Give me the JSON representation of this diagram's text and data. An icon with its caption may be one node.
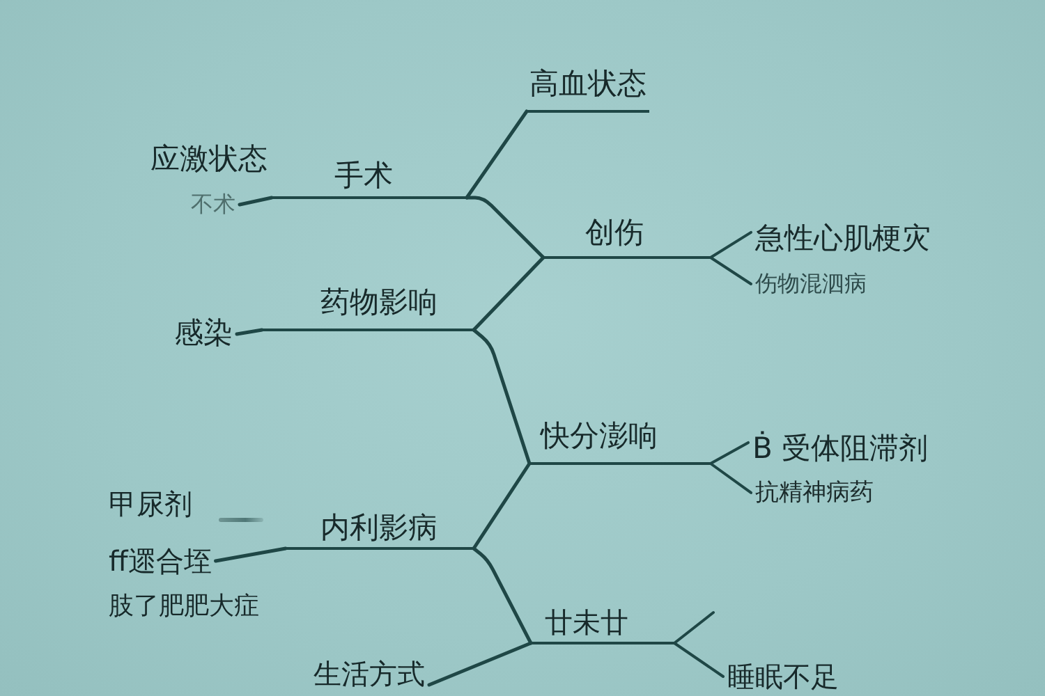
{
  "diagram": {
    "nodes": [
      {
        "text": [
          "高血状态"
        ]
      },
      {
        "text": [
          "手术"
        ]
      },
      {
        "text": [
          "不术"
        ]
      },
      {
        "text": [
          "创伤"
        ]
      },
      {
        "text": [
          "急性心肌梗灾"
        ]
      },
      {
        "text": [
          "伤物混泗病"
        ]
      },
      {
        "text": [
          "药物影响"
        ]
      },
      {
        "text": [
          "感染"
        ]
      },
      {
        "text": [
          "快分澎响"
        ]
      },
      {
        "text": [
          "Ḃ 受体阻滞剂"
        ]
      },
      {
        "text": [
          "抗精神病药"
        ]
      },
      {
        "text": [
          "内利影病"
        ]
      },
      {
        "text": [
          "ff遝合垤"
        ]
      },
      {
        "text": [
          "廿未廿"
        ]
      },
      {
        "text": [
          "生活方式"
        ]
      },
      {
        "text": [
          "睡眠不足"
        ]
      }
    ],
    "edges": [
      {
        "from": 1,
        "to": 0,
        "arrow": "none"
      },
      {
        "from": 1,
        "to": 3,
        "arrow": "none"
      },
      {
        "from": 3,
        "to": 6,
        "arrow": "none"
      },
      {
        "from": 6,
        "to": 8,
        "arrow": "none"
      },
      {
        "from": 8,
        "to": 11,
        "arrow": "none"
      },
      {
        "from": 11,
        "to": 13,
        "arrow": "none"
      },
      {
        "from": 13,
        "to": 14,
        "arrow": "none"
      },
      {
        "from": 1,
        "to": 2,
        "arrow": "none"
      },
      {
        "from": 3,
        "to": 4,
        "arrow": "none"
      },
      {
        "from": 3,
        "to": 5,
        "arrow": "none"
      },
      {
        "from": 6,
        "to": 7,
        "arrow": "none"
      },
      {
        "from": 8,
        "to": 9,
        "arrow": "none"
      },
      {
        "from": 8,
        "to": 10,
        "arrow": "none"
      },
      {
        "from": 11,
        "to": 12,
        "arrow": "none"
      },
      {
        "from": 13,
        "to": null,
        "arrow": "none"
      },
      {
        "from": 13,
        "to": 15,
        "arrow": "none"
      }
    ],
    "labels": [
      "应激状态",
      "甲尿剂",
      "肢了肥肥大症"
    ]
  }
}
